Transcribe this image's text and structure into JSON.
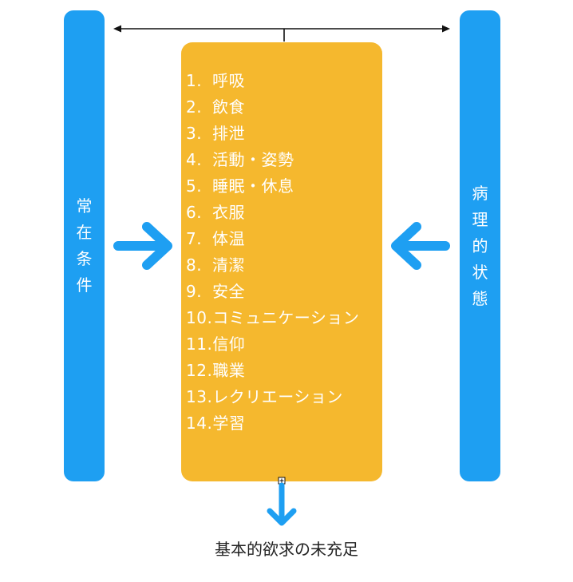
{
  "colors": {
    "pillar": "#1e9ff2",
    "box": "#f5b82e",
    "arrow": "#1e9ff2",
    "line": "#111111"
  },
  "left_pillar": {
    "text": "常\n在\n条\n件"
  },
  "right_pillar": {
    "text": "病\n理\n的\n状\n態"
  },
  "needs": [
    {
      "num": "1.",
      "label": "呼吸"
    },
    {
      "num": "2.",
      "label": "飲食"
    },
    {
      "num": "3.",
      "label": "排泄"
    },
    {
      "num": "4.",
      "label": "活動・姿勢"
    },
    {
      "num": "5.",
      "label": "睡眠・休息"
    },
    {
      "num": "6.",
      "label": "衣服"
    },
    {
      "num": "7.",
      "label": "体温"
    },
    {
      "num": "8.",
      "label": "清潔"
    },
    {
      "num": "9.",
      "label": "安全"
    },
    {
      "num": "10.",
      "label": "コミュニケーション"
    },
    {
      "num": "11.",
      "label": "信仰"
    },
    {
      "num": "12.",
      "label": "職業"
    },
    {
      "num": "13.",
      "label": "レクリエーション"
    },
    {
      "num": "14.",
      "label": "学習"
    }
  ],
  "outcome": {
    "text": "基本的欲求の未充足"
  }
}
